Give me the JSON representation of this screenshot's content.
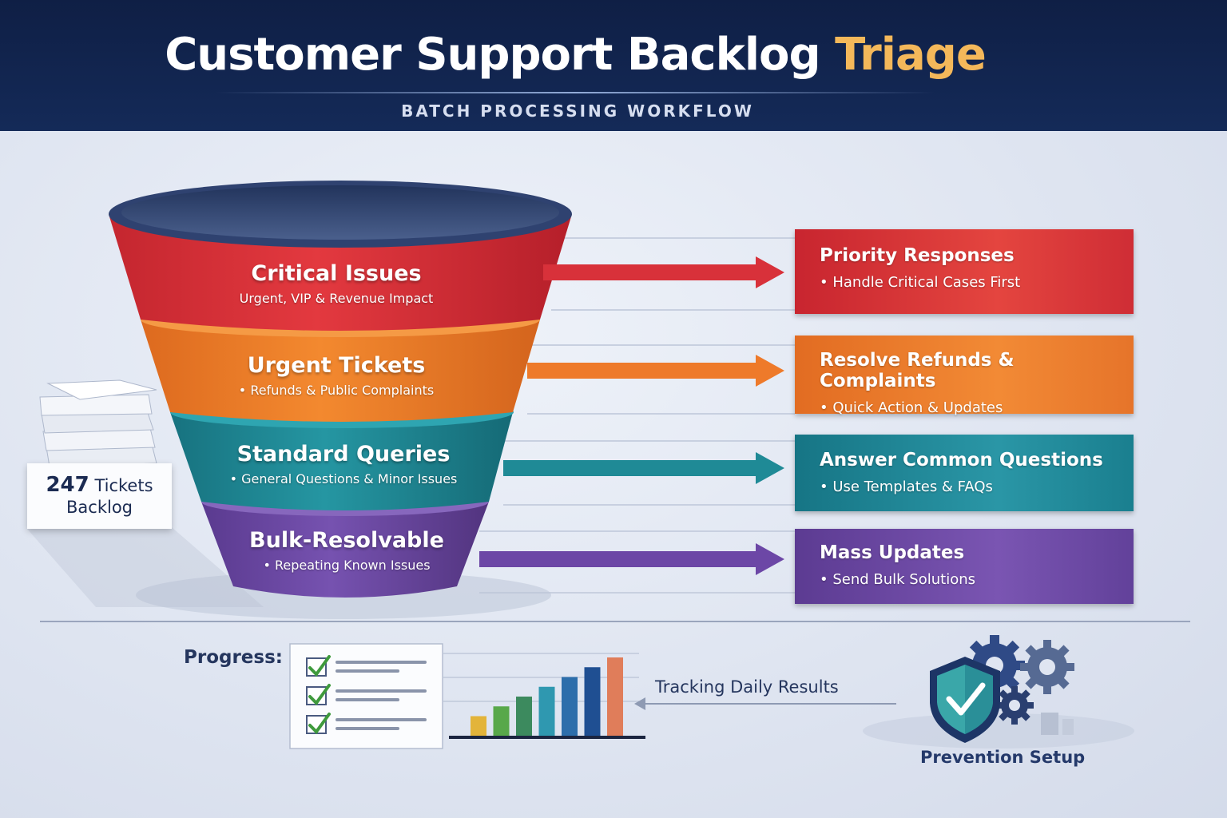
{
  "header": {
    "title_main": "Customer Support Backlog",
    "title_accent": "Triage",
    "subtitle": "BATCH PROCESSING WORKFLOW"
  },
  "backlog": {
    "count": "247",
    "line1_suffix": "Tickets",
    "line2": "Backlog"
  },
  "funnel": [
    {
      "title": "Critical Issues",
      "subtitle": "Urgent, VIP & Revenue Impact",
      "color": "#d8313a"
    },
    {
      "title": "Urgent Tickets",
      "subtitle": "• Refunds & Public Complaints",
      "color": "#ee7a2a"
    },
    {
      "title": "Standard Queries",
      "subtitle": "• General Questions & Minor Issues",
      "color": "#1f8a96"
    },
    {
      "title": "Bulk-Resolvable",
      "subtitle": "• Repeating Known Issues",
      "color": "#6c47a6"
    }
  ],
  "actions": [
    {
      "title": "Priority Responses",
      "detail": "• Handle Critical Cases First",
      "color": "#da3438"
    },
    {
      "title": "Resolve Refunds & Complaints",
      "detail": "• Quick Action & Updates",
      "color": "#ec7a2c"
    },
    {
      "title": "Answer Common Questions",
      "detail": "• Use Templates & FAQs",
      "color": "#20879a"
    },
    {
      "title": "Mass Updates",
      "detail": "• Send Bulk Solutions",
      "color": "#6b46a4"
    }
  ],
  "progress": {
    "label": "Progress:",
    "tracking": "Tracking Daily Results",
    "prevention": "Prevention Setup",
    "bar_values": [
      2,
      3,
      4,
      5,
      6,
      7,
      8
    ],
    "bar_colors": [
      "#e3b43a",
      "#58a84a",
      "#3c8a5e",
      "#2f98b0",
      "#2d6eab",
      "#1f4f92",
      "#e07d5a"
    ]
  },
  "icons": {
    "paper_stack": "paper-stack-icon",
    "checklist": "checklist-icon",
    "shield": "shield-check-icon",
    "gears": "gears-icon"
  }
}
